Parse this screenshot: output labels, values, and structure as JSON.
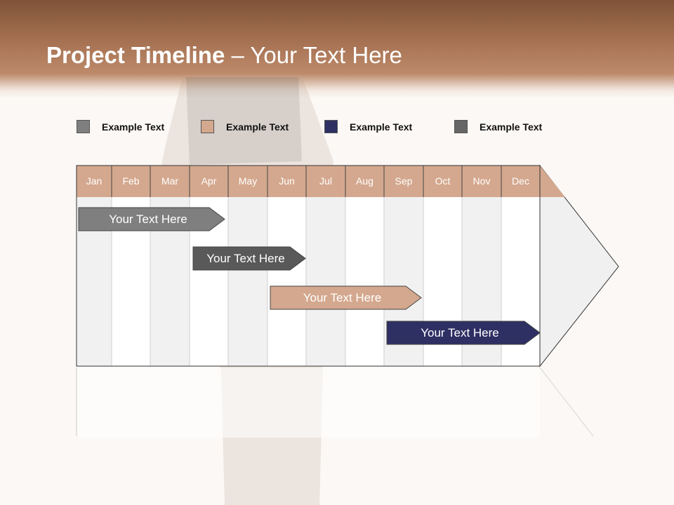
{
  "header": {
    "title_bold": "Project Timeline",
    "title_rest": " – Your Text Here"
  },
  "legend": [
    {
      "label": "Example Text",
      "color": "#7f7f7f"
    },
    {
      "label": "Example Text",
      "color": "#d4a88e"
    },
    {
      "label": "Example Text",
      "color": "#2e2f63"
    },
    {
      "label": "Example Text",
      "color": "#666666"
    }
  ],
  "months": [
    "Jan",
    "Feb",
    "Mar",
    "Apr",
    "May",
    "Jun",
    "Jul",
    "Aug",
    "Sep",
    "Oct",
    "Nov",
    "Dec"
  ],
  "bars": [
    {
      "label": "Your  Text Here",
      "color": "#7f7f7f"
    },
    {
      "label": "Your  Text Here",
      "color": "#595959"
    },
    {
      "label": "Your  Text Here",
      "color": "#d4a88e"
    },
    {
      "label": "Your  Text Here",
      "color": "#2e2f63"
    }
  ],
  "colors": {
    "header_band": "#a06c4d",
    "month_cell": "#d4a88e",
    "column_alt": "#f1f1f1",
    "column_plain": "#ffffff"
  }
}
